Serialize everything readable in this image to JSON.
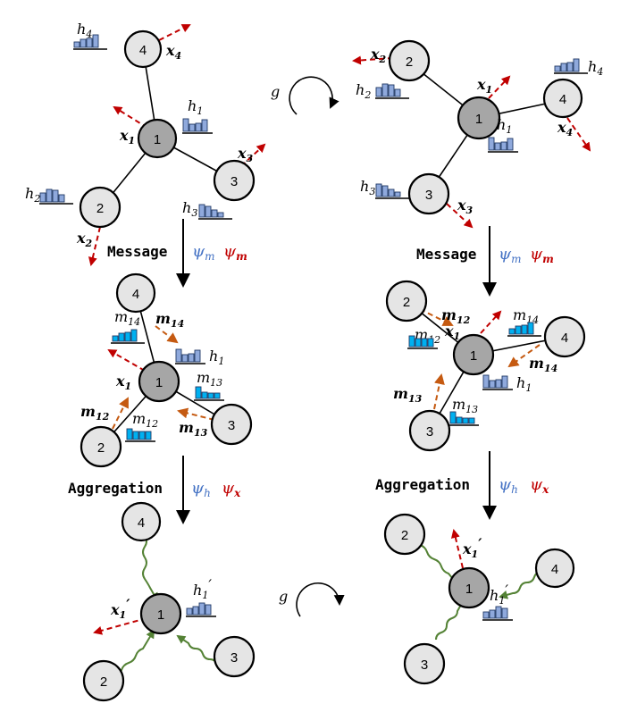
{
  "stages": {
    "message": "Message",
    "aggregation": "Aggregation"
  },
  "symbols": {
    "g": "g",
    "psi_m": "ψ",
    "psi_m_sub": "m",
    "psi_h": "ψ",
    "psi_h_sub": "h",
    "psi_x": "ψ",
    "psi_x_sub": "x"
  },
  "nodes": {
    "n1": "1",
    "n2": "2",
    "n3": "3",
    "n4": "4"
  },
  "labels": {
    "x": "x",
    "h": "h",
    "m": "m",
    "sub1": "1",
    "sub2": "2",
    "sub3": "3",
    "sub4": "4",
    "sub12": "12",
    "sub13": "13",
    "sub14": "14",
    "prime": "′"
  },
  "colors": {
    "vector_arrow": "#c00000",
    "message_arrow": "#c55a11",
    "aggregation_arrow": "#548235",
    "feature_bar": "#8fa9dc",
    "message_bar": "#00b0f0",
    "psi_blue": "#4472c4",
    "psi_red": "#c00000",
    "node_fill": "#e5e5e5",
    "center_fill": "#a6a6a6"
  }
}
